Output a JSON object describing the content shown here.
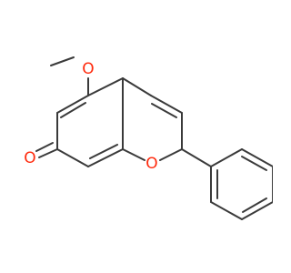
{
  "structure": {
    "atoms": {
      "methyl_oxygen": "O",
      "ring_oxygen": "O",
      "carbonyl_oxygen": "O"
    },
    "colors": {
      "bond": "#3a3a3a",
      "heteroatom": "#ff2a0d",
      "background": "#ffffff"
    }
  }
}
